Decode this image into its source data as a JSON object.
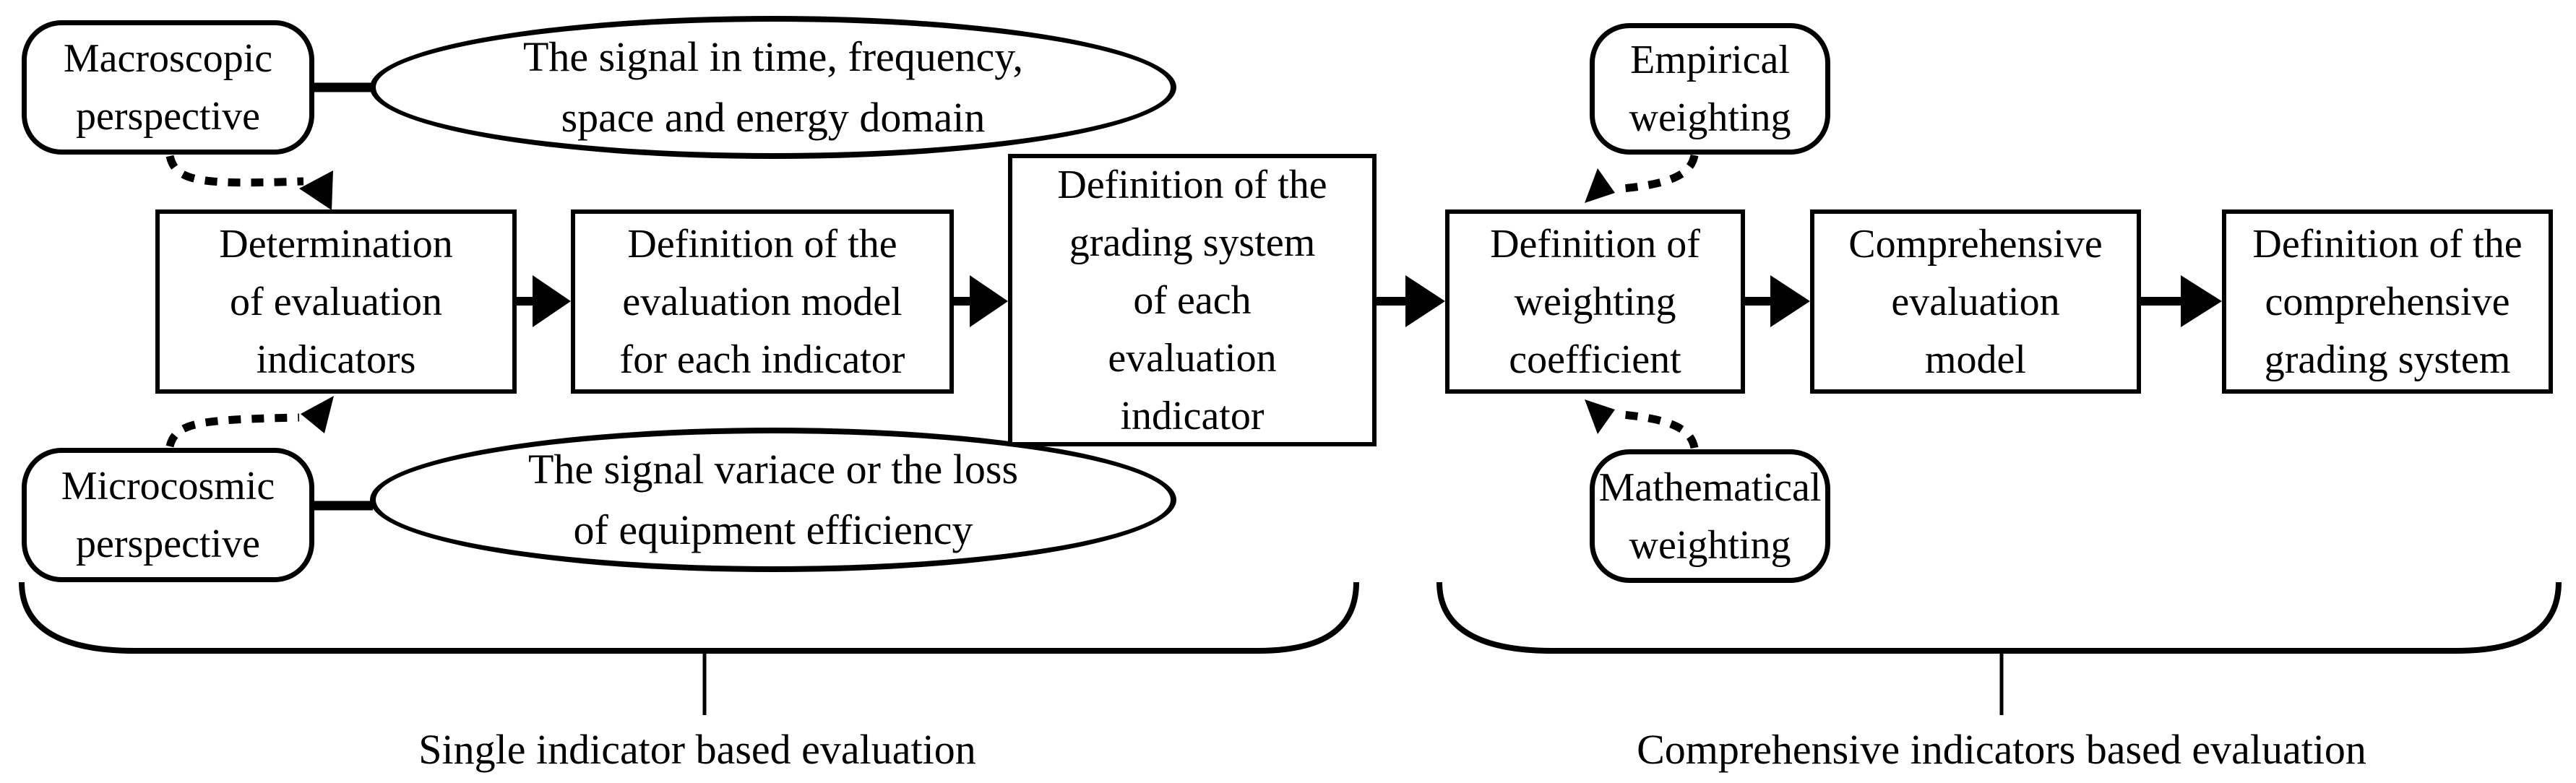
{
  "diagram": {
    "title_hint": "Evaluation methodology flowchart",
    "background_color": "#ffffff",
    "stroke_color": "#000000"
  },
  "perspective_nodes": {
    "macroscopic": {
      "label": "Macroscopic\nperspective"
    },
    "microcosmic": {
      "label": "Microcosmic\nperspective"
    }
  },
  "annotation_ellipses": {
    "macroscopic_signal": {
      "label": "The signal in time, frequency,\nspace and energy domain"
    },
    "microcosmic_signal": {
      "label": "The signal variace or the loss\nof equipment efficiency"
    }
  },
  "weighting_nodes": {
    "empirical": {
      "label": "Empirical\nweighting"
    },
    "mathematical": {
      "label": "Mathematical\nweighting"
    }
  },
  "process_steps": [
    {
      "label": "Determination\nof evaluation\nindicators"
    },
    {
      "label": "Definition of the\nevaluation model\nfor each indicator"
    },
    {
      "label": "Definition of the\ngrading system\nof each\nevaluation\nindicator"
    },
    {
      "label": "Definition of\nweighting\ncoefficient"
    },
    {
      "label": "Comprehensive\nevaluation\nmodel"
    },
    {
      "label": "Definition of the\ncomprehensive\ngrading system"
    }
  ],
  "group_labels": {
    "single": {
      "label": "Single indicator based evaluation"
    },
    "comprehensive": {
      "label": "Comprehensive indicators based evaluation"
    }
  }
}
